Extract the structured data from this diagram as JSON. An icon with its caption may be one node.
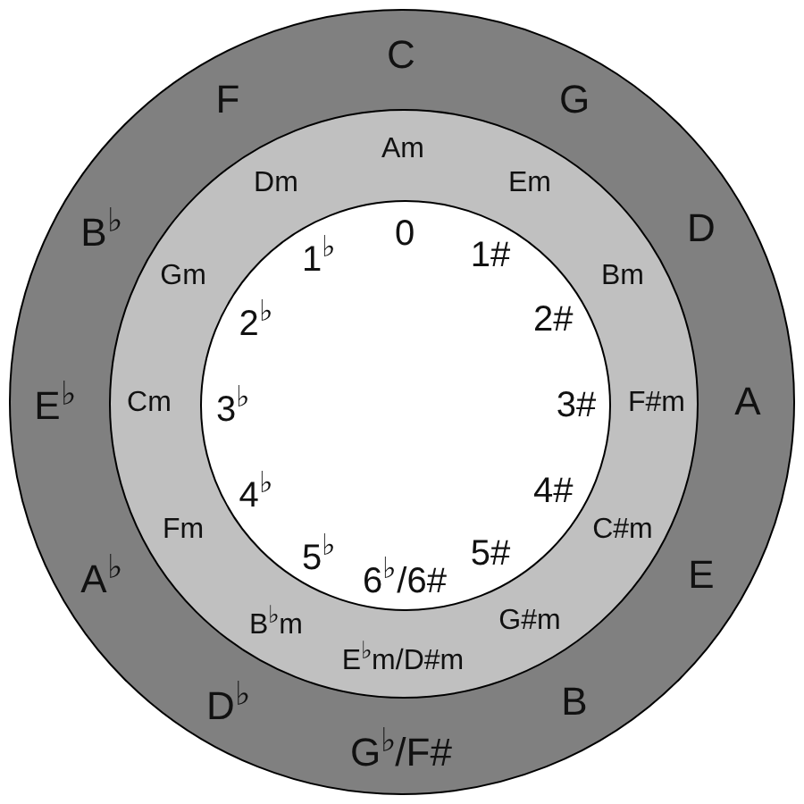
{
  "diagram": {
    "nodes": [
      {
        "text": [
          "C",
          "G",
          "D",
          "A",
          "E",
          "B",
          "G$^{♭}$/F#",
          "D$^{♭}$",
          "A$^{♭}$",
          "E$^{♭}$",
          "B$^{♭}$",
          "F"
        ]
      },
      {
        "text": [
          "Am",
          "Em",
          "Bm",
          "F#m",
          "C#m",
          "G#m",
          "E$^{♭}$m/D#m",
          "B$^{♭}$m",
          "Fm",
          "Cm",
          "Gm",
          "Dm"
        ],
        "in": 0
      },
      {
        "text": [
          "0",
          "1#",
          "2#",
          "3#",
          "4#",
          "5#",
          "6$^{♭}$/6#",
          "5$^{♭}$",
          "4$^{♭}$",
          "3$^{♭}$",
          "2$^{♭}$",
          "1$^{♭}$"
        ],
        "in": 1
      }
    ]
  }
}
